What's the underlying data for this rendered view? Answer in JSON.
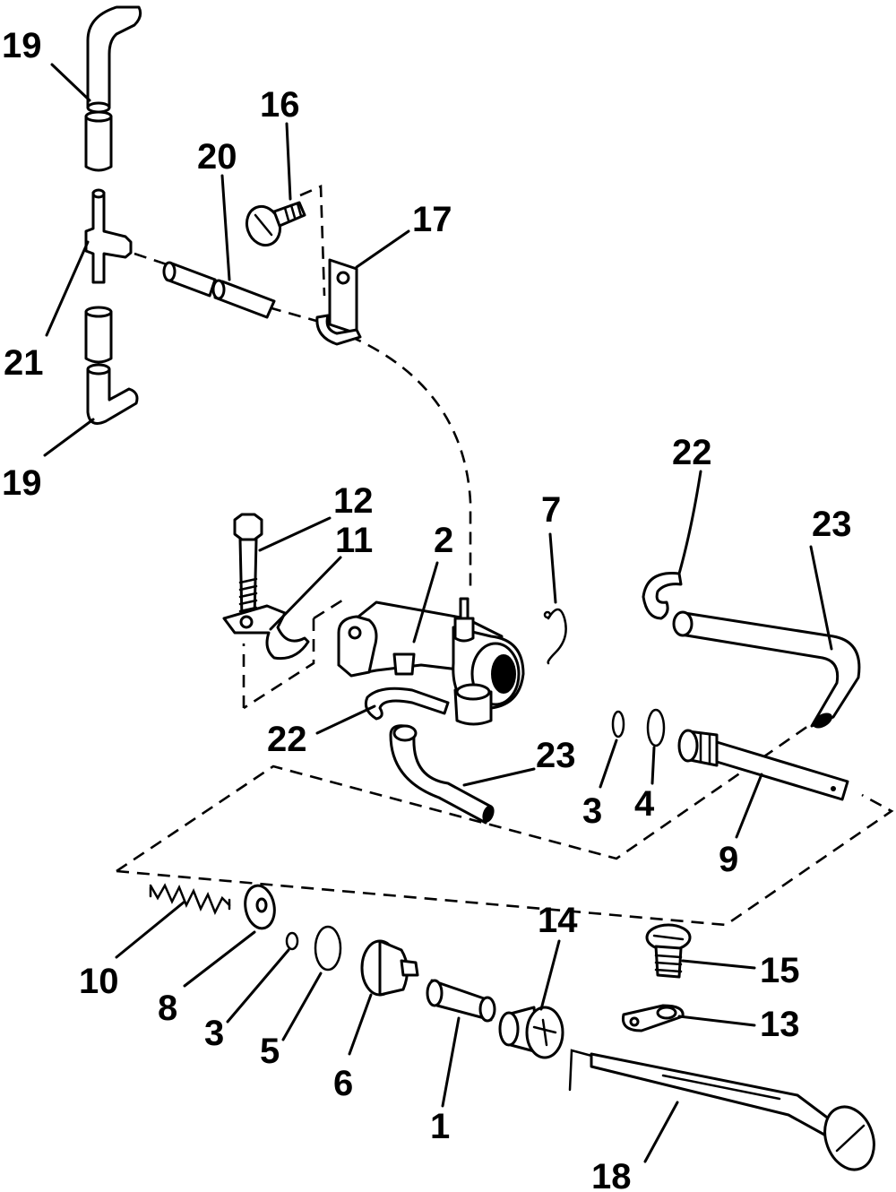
{
  "callouts": [
    {
      "id": "c19a",
      "text": "19"
    },
    {
      "id": "c16",
      "text": "16"
    },
    {
      "id": "c20",
      "text": "20"
    },
    {
      "id": "c17",
      "text": "17"
    },
    {
      "id": "c21",
      "text": "21"
    },
    {
      "id": "c19b",
      "text": "19"
    },
    {
      "id": "c22a",
      "text": "22"
    },
    {
      "id": "c23a",
      "text": "23"
    },
    {
      "id": "c12",
      "text": "12"
    },
    {
      "id": "c11",
      "text": "11"
    },
    {
      "id": "c2",
      "text": "2"
    },
    {
      "id": "c7",
      "text": "7"
    },
    {
      "id": "c22b",
      "text": "22"
    },
    {
      "id": "c23b",
      "text": "23"
    },
    {
      "id": "c3a",
      "text": "3"
    },
    {
      "id": "c4",
      "text": "4"
    },
    {
      "id": "c9",
      "text": "9"
    },
    {
      "id": "c14",
      "text": "14"
    },
    {
      "id": "c15",
      "text": "15"
    },
    {
      "id": "c13",
      "text": "13"
    },
    {
      "id": "c10",
      "text": "10"
    },
    {
      "id": "c8",
      "text": "8"
    },
    {
      "id": "c3b",
      "text": "3"
    },
    {
      "id": "c5",
      "text": "5"
    },
    {
      "id": "c6",
      "text": "6"
    },
    {
      "id": "c1",
      "text": "1"
    },
    {
      "id": "c18",
      "text": "18"
    }
  ]
}
